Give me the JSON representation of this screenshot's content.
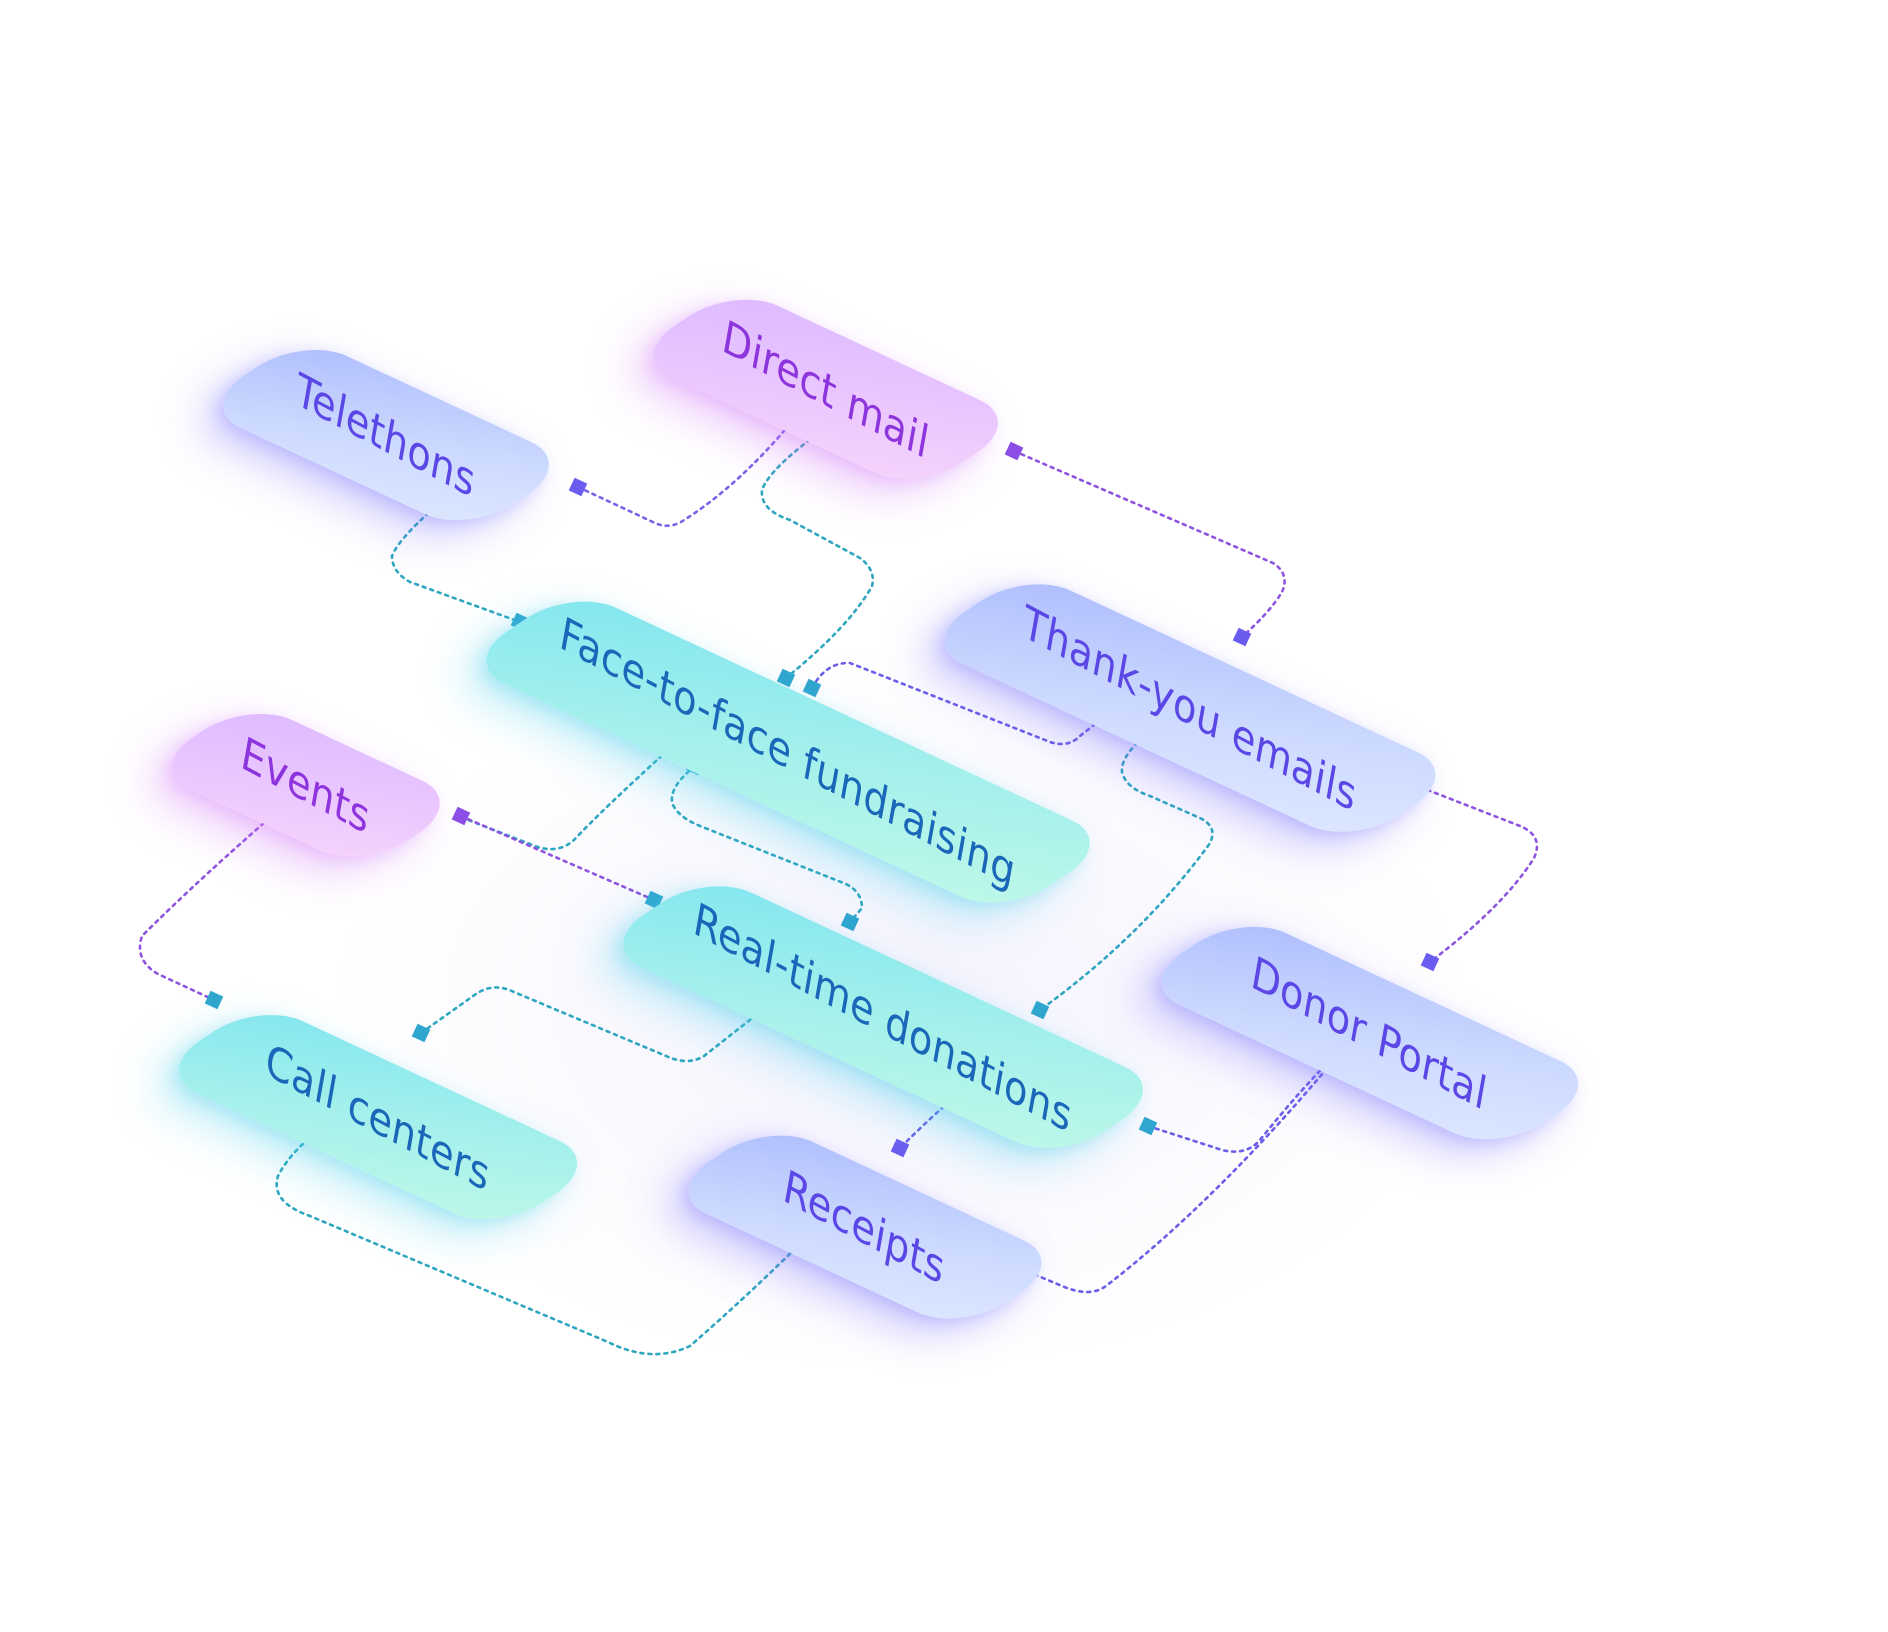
{
  "colors": {
    "purple_wire": "#8e54e0",
    "teal_wire": "#2ea6bf",
    "indigo_wire": "#6a5ee8",
    "port_teal": "#30a6cf",
    "port_indigo": "#6b5cf0",
    "port_violet": "#8c4fe6"
  },
  "nodes": {
    "telethons": "Telethons",
    "direct_mail": "Direct mail",
    "face_to_face": "Face-to-face fundraising",
    "thank_you_emails": "Thank-you emails",
    "events": "Events",
    "real_time_donations": "Real-time donations",
    "donor_portal": "Donor Portal",
    "call_centers": "Call centers",
    "receipts": "Receipts"
  }
}
